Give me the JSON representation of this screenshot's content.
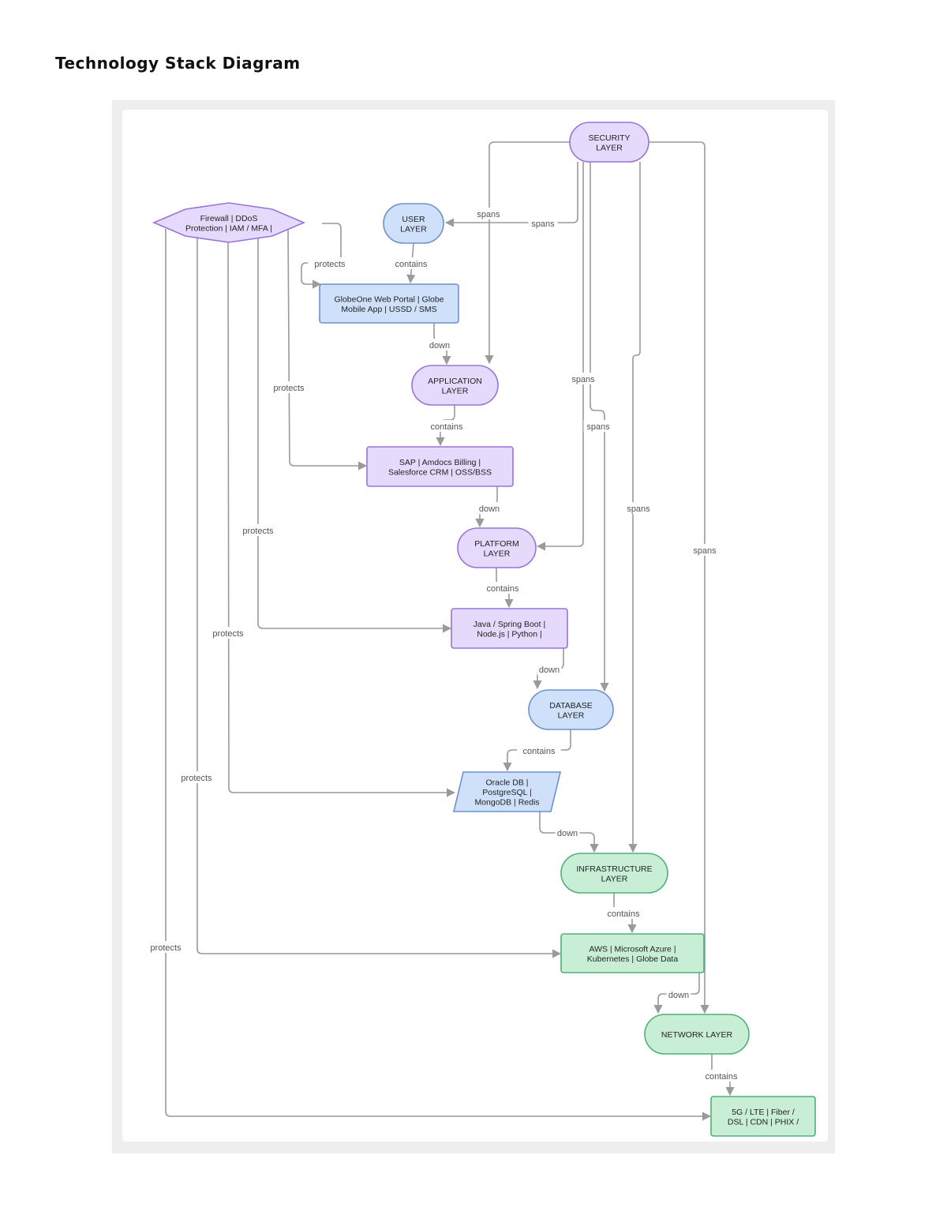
{
  "title": "Technology Stack Diagram",
  "colors": {
    "purple_fill": "#E5DAFB",
    "purple_stroke": "#9A73D8",
    "blue_fill": "#CFE1FA",
    "blue_stroke": "#6E90CC",
    "green_fill": "#C8EFD6",
    "green_stroke": "#4FB077",
    "edge": "#9A9A9A"
  },
  "nodes": {
    "security_layer": {
      "lines": [
        "SECURITY",
        "LAYER"
      ]
    },
    "security_controls": {
      "lines": [
        "Firewall | DDoS",
        "Protection | IAM / MFA |"
      ]
    },
    "user_layer": {
      "lines": [
        "USER",
        "LAYER"
      ]
    },
    "user_components": {
      "lines": [
        "GlobeOne Web Portal | Globe",
        "Mobile App | USSD / SMS"
      ]
    },
    "application_layer": {
      "lines": [
        "APPLICATION",
        "LAYER"
      ]
    },
    "application_components": {
      "lines": [
        "SAP | Amdocs Billing |",
        "Salesforce CRM | OSS/BSS"
      ]
    },
    "platform_layer": {
      "lines": [
        "PLATFORM",
        "LAYER"
      ]
    },
    "platform_components": {
      "lines": [
        "Java / Spring Boot |",
        "Node.js | Python |"
      ]
    },
    "database_layer": {
      "lines": [
        "DATABASE",
        "LAYER"
      ]
    },
    "database_components": {
      "lines": [
        "Oracle DB |",
        "PostgreSQL |",
        "MongoDB | Redis"
      ]
    },
    "infrastructure_layer": {
      "lines": [
        "INFRASTRUCTURE",
        "LAYER"
      ]
    },
    "infrastructure_components": {
      "lines": [
        "AWS | Microsoft Azure |",
        "Kubernetes | Globe Data"
      ]
    },
    "network_layer": {
      "lines": [
        "NETWORK LAYER"
      ]
    },
    "network_components": {
      "lines": [
        "5G / LTE | Fiber /",
        "DSL | CDN | PHIX /"
      ]
    }
  },
  "edges": [
    {
      "from": "security_layer",
      "to": "user_layer",
      "label": "spans"
    },
    {
      "from": "security_layer",
      "to": "application_layer",
      "label": "spans"
    },
    {
      "from": "security_layer",
      "to": "platform_layer",
      "label": "spans"
    },
    {
      "from": "security_layer",
      "to": "database_layer",
      "label": "spans"
    },
    {
      "from": "security_layer",
      "to": "infrastructure_layer",
      "label": "spans"
    },
    {
      "from": "security_layer",
      "to": "network_layer",
      "label": "spans"
    },
    {
      "from": "security_controls",
      "to": "user_components",
      "label": "protects"
    },
    {
      "from": "security_controls",
      "to": "application_components",
      "label": "protects"
    },
    {
      "from": "security_controls",
      "to": "platform_components",
      "label": "protects"
    },
    {
      "from": "security_controls",
      "to": "database_components",
      "label": "protects"
    },
    {
      "from": "security_controls",
      "to": "infrastructure_components",
      "label": "protects"
    },
    {
      "from": "security_controls",
      "to": "network_components",
      "label": "protects"
    },
    {
      "from": "user_layer",
      "to": "user_components",
      "label": "contains"
    },
    {
      "from": "user_components",
      "to": "application_layer",
      "label": "down"
    },
    {
      "from": "application_layer",
      "to": "application_components",
      "label": "contains"
    },
    {
      "from": "application_components",
      "to": "platform_layer",
      "label": "down"
    },
    {
      "from": "platform_layer",
      "to": "platform_components",
      "label": "contains"
    },
    {
      "from": "platform_components",
      "to": "database_layer",
      "label": "down"
    },
    {
      "from": "database_layer",
      "to": "database_components",
      "label": "contains"
    },
    {
      "from": "database_components",
      "to": "infrastructure_layer",
      "label": "down"
    },
    {
      "from": "infrastructure_layer",
      "to": "infrastructure_components",
      "label": "contains"
    },
    {
      "from": "infrastructure_components",
      "to": "network_layer",
      "label": "down"
    },
    {
      "from": "network_layer",
      "to": "network_components",
      "label": "contains"
    }
  ]
}
